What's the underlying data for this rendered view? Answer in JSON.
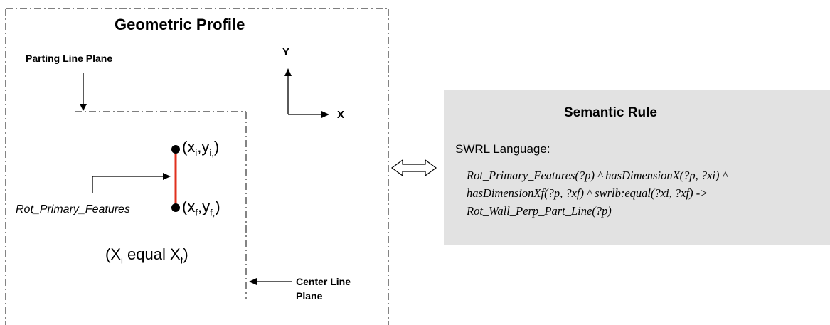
{
  "geometric_profile": {
    "title": "Geometric Profile",
    "parting_line_label": "Parting Line Plane",
    "axis_y_label": "Y",
    "axis_x_label": "X",
    "point_initial": {
      "x": "x",
      "x_sub": "i",
      "y": "y",
      "y_sub": "i,"
    },
    "point_final": {
      "x": "x",
      "x_sub": "f",
      "y": "y",
      "y_sub": "f,"
    },
    "feature_label": "Rot_Primary_Features",
    "condition": {
      "x": "X",
      "x_sub_i": "i",
      "text": "equal",
      "x_sub_f": "f"
    },
    "center_line_label_1": "Center Line",
    "center_line_label_2": "Plane",
    "segment_color": "#e0301e"
  },
  "semantic_rule": {
    "title": "Semantic Rule",
    "language_label": "SWRL Language:",
    "rule_lines": [
      "Rot_Primary_Features(?p) ^ hasDimensionX(?p, ?xi) ^",
      "hasDimensionXf(?p, ?xf) ^ swrlb:equal(?xi, ?xf) ->",
      "Rot_Wall_Perp_Part_Line(?p)"
    ],
    "panel_color": "#e2e2e2"
  }
}
